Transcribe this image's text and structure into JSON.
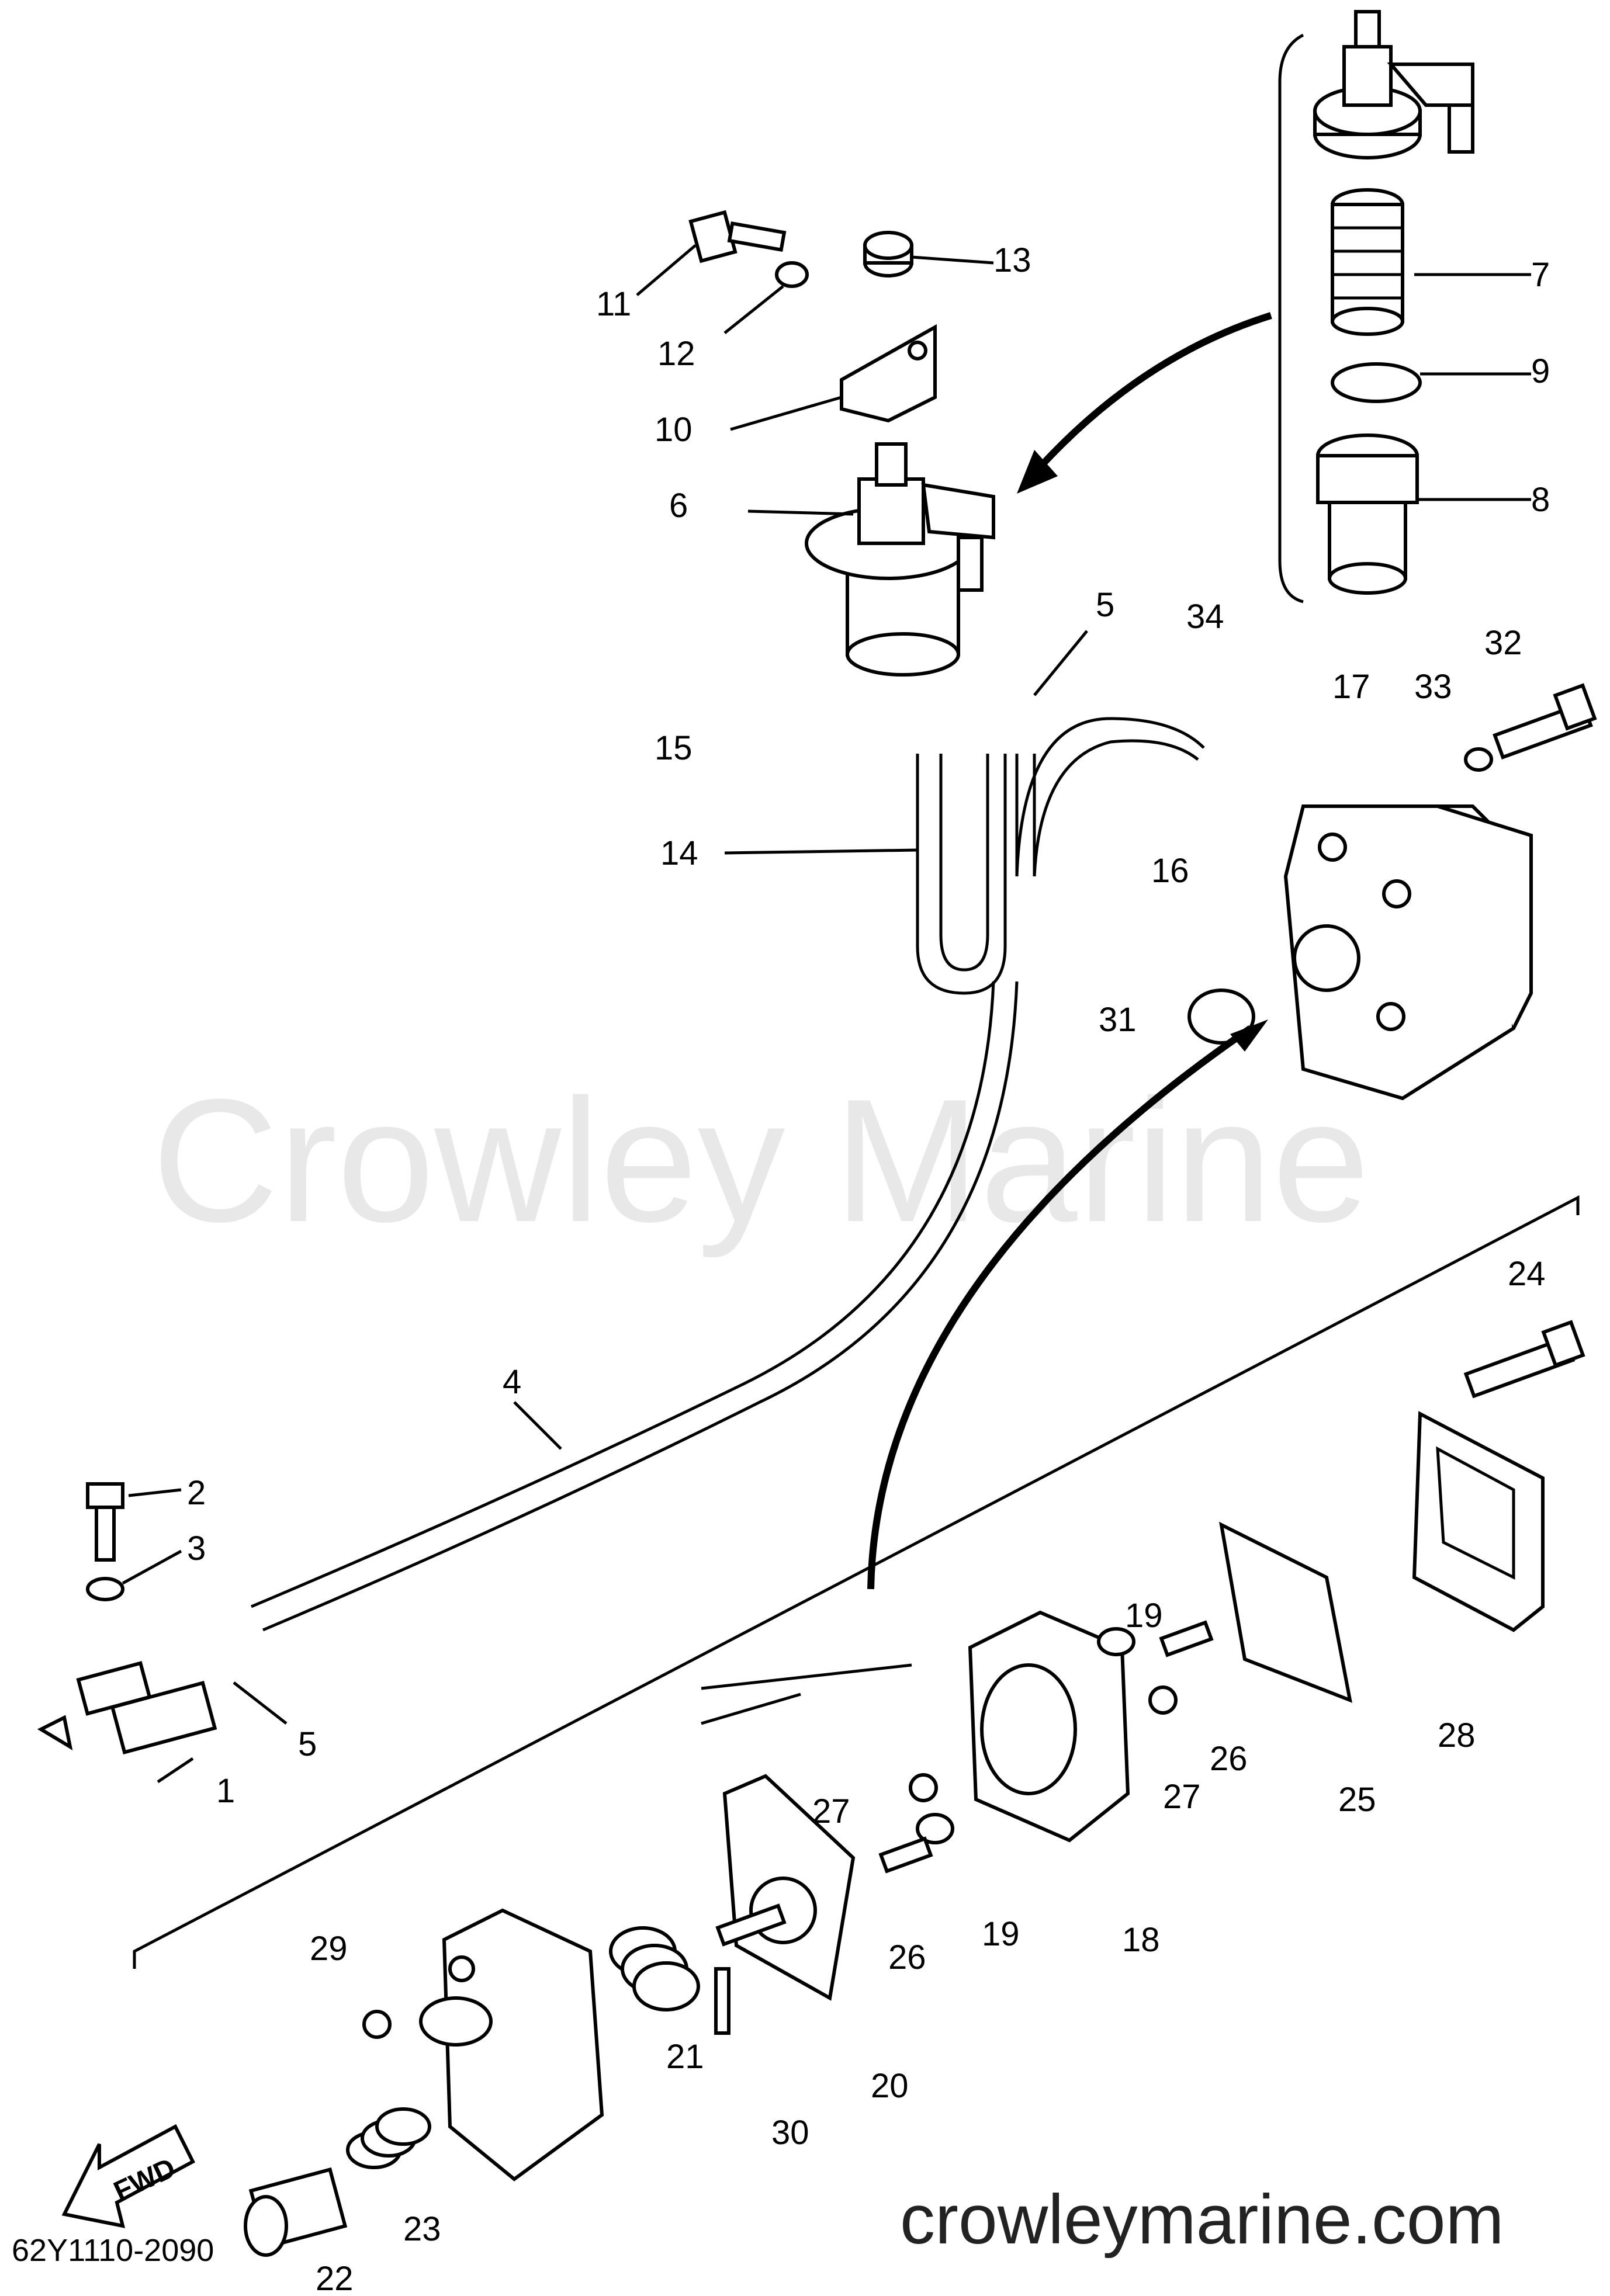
{
  "watermark": "Crowley Marine",
  "website": "crowleymarine.com",
  "diagram_code": "62Y1110-2090",
  "direction_label": "FWD",
  "callouts": [
    "1",
    "2",
    "3",
    "4",
    "5",
    "5",
    "6",
    "7",
    "8",
    "9",
    "10",
    "11",
    "12",
    "13",
    "14",
    "15",
    "16",
    "17",
    "18",
    "19",
    "19",
    "20",
    "21",
    "22",
    "23",
    "24",
    "25",
    "26",
    "26",
    "27",
    "27",
    "28",
    "29",
    "30",
    "31",
    "32",
    "33",
    "34"
  ]
}
